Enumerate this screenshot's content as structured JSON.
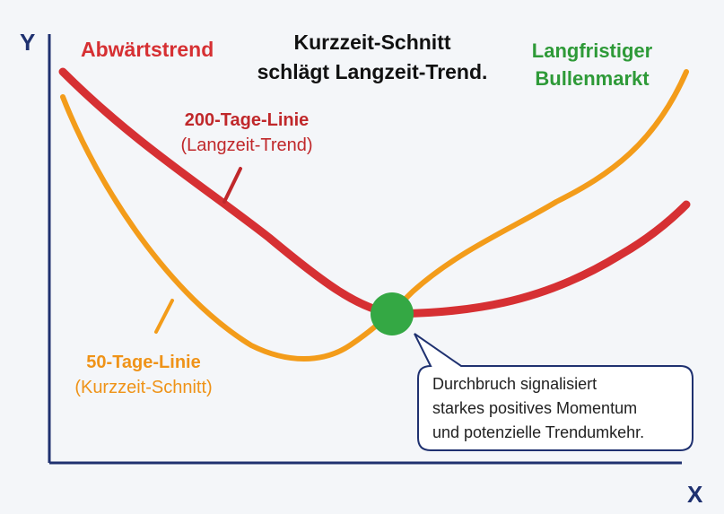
{
  "axes": {
    "y_label": "Y",
    "x_label": "X"
  },
  "labels": {
    "downtrend": "Abwärtstrend",
    "headline_line1": "Kurzzeit-Schnitt",
    "headline_line2": "schlägt Langzeit-Trend.",
    "bull_line1": "Langfristiger",
    "bull_line2": "Bullenmarkt",
    "long_title": "200-Tage-Linie",
    "long_sub": "(Langzeit-Trend)",
    "short_title": "50-Tage-Linie",
    "short_sub": "(Kurzzeit-Schnitt)"
  },
  "callout": {
    "line1": "Durchbruch signalisiert",
    "line2": "starkes positives Momentum",
    "line3": "und potenzielle Trendumkehr."
  },
  "colors": {
    "axis": "#1f3170",
    "long_line": "#d63033",
    "short_line": "#f39c1a",
    "cross_point": "#34a844",
    "bull_text": "#2e9a38",
    "headline": "#111111"
  }
}
